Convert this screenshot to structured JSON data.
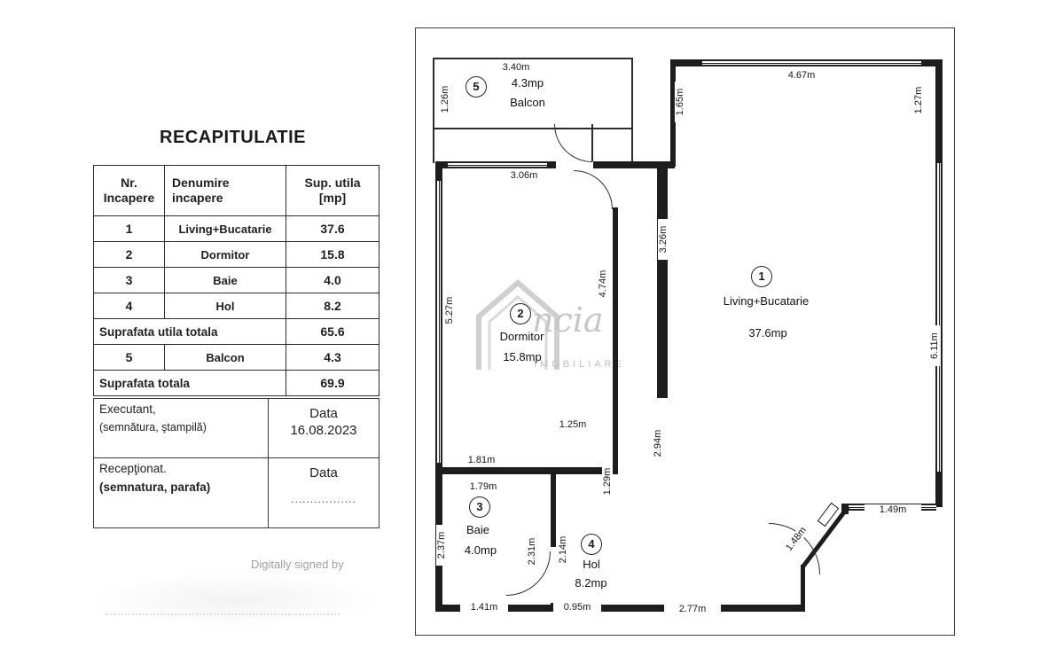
{
  "title": "RECAPITULATIE",
  "recap": {
    "header": {
      "c1l1": "Nr.",
      "c1l2": "Incapere",
      "c2l1": "Denumire",
      "c2l2": "incapere",
      "c3l1": "Sup. utila",
      "c3l2": "[mp]"
    },
    "rows": [
      {
        "nr": "1",
        "name": "Living+Bucatarie",
        "area": "37.6"
      },
      {
        "nr": "2",
        "name": "Dormitor",
        "area": "15.8"
      },
      {
        "nr": "3",
        "name": "Baie",
        "area": "4.0"
      },
      {
        "nr": "4",
        "name": "Hol",
        "area": "8.2"
      }
    ],
    "subtotal_label": "Suprafata utila totala",
    "subtotal_value": "65.6",
    "balcony_row": {
      "nr": "5",
      "name": "Balcon",
      "area": "4.3"
    },
    "total_label": "Suprafata totala",
    "total_value": "69.9"
  },
  "signatures": {
    "executant": "Executant,",
    "executant_sub": "(semnătura, ştampilă)",
    "data1": "Data",
    "date": "16.08.2023",
    "receptionat": "Recepţionat.",
    "receptionat_sub": "(semnatura, parafa)",
    "data2": "Data",
    "dots": "................."
  },
  "footer": {
    "digital": "Digitally signed by"
  },
  "watermark": {
    "script": "ncia",
    "caption": "IMOBILIARE"
  },
  "plan": {
    "rooms": [
      {
        "num": "1",
        "name": "Living+Bucatarie",
        "area": "37.6mp"
      },
      {
        "num": "2",
        "name": "Dormitor",
        "area": "15.8mp"
      },
      {
        "num": "3",
        "name": "Baie",
        "area": "4.0mp"
      },
      {
        "num": "4",
        "name": "Hol",
        "area": "8.2mp"
      },
      {
        "num": "5",
        "name": "Balcon",
        "area": "4.3mp"
      }
    ],
    "dims": {
      "balcon_w": "3.40m",
      "balcon_d": "1.26m",
      "living_top": "4.67m",
      "living_tl": "1.65m",
      "living_tr": "1.27m",
      "dorm_top": "3.06m",
      "dorm_left": "5.27m",
      "dorm_right": "4.74m",
      "wall_mid": "3.26m",
      "opening": "2.94m",
      "living_right": "6.11m",
      "dorm_b1": "1.25m",
      "dorm_b2": "1.81m",
      "baie_t": "1.79m",
      "hall_v": "1.29m",
      "baie_left": "2.37m",
      "baie_door": "2.31m",
      "hol_left": "2.14m",
      "baie_bottom": "1.41m",
      "hol_bottom": "0.95m",
      "living_bottom": "2.77m",
      "sill": "1.49m",
      "diag": "1.48m"
    }
  }
}
